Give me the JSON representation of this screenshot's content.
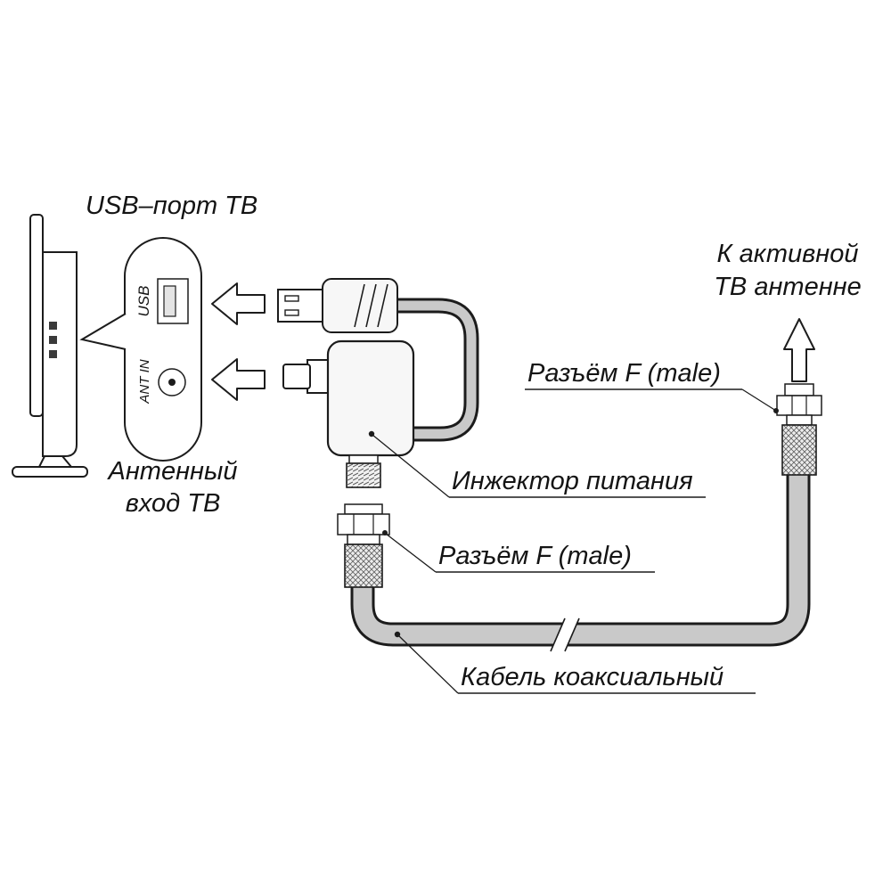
{
  "page": {
    "background": "#ffffff"
  },
  "colors": {
    "line": "#1c1c1c",
    "cable_gray": "#c9c9c9",
    "body_fill": "#f7f7f7",
    "knurl_bg": "#ededed"
  },
  "labels": {
    "title_usb_port": "USB–порт ТВ",
    "port_usb": "USB",
    "port_ant_in": "ANT IN",
    "tv_antenna_input_line1": "Антенный",
    "tv_antenna_input_line2": "вход ТВ",
    "to_active_antenna_line1": "К активной",
    "to_active_antenna_line2": "ТВ антенне",
    "f_male_top": "Разъём F (male)",
    "power_injector": "Инжектор питания",
    "f_male_bottom": "Разъём F (male)",
    "coax_cable": "Кабель коаксиальный"
  }
}
